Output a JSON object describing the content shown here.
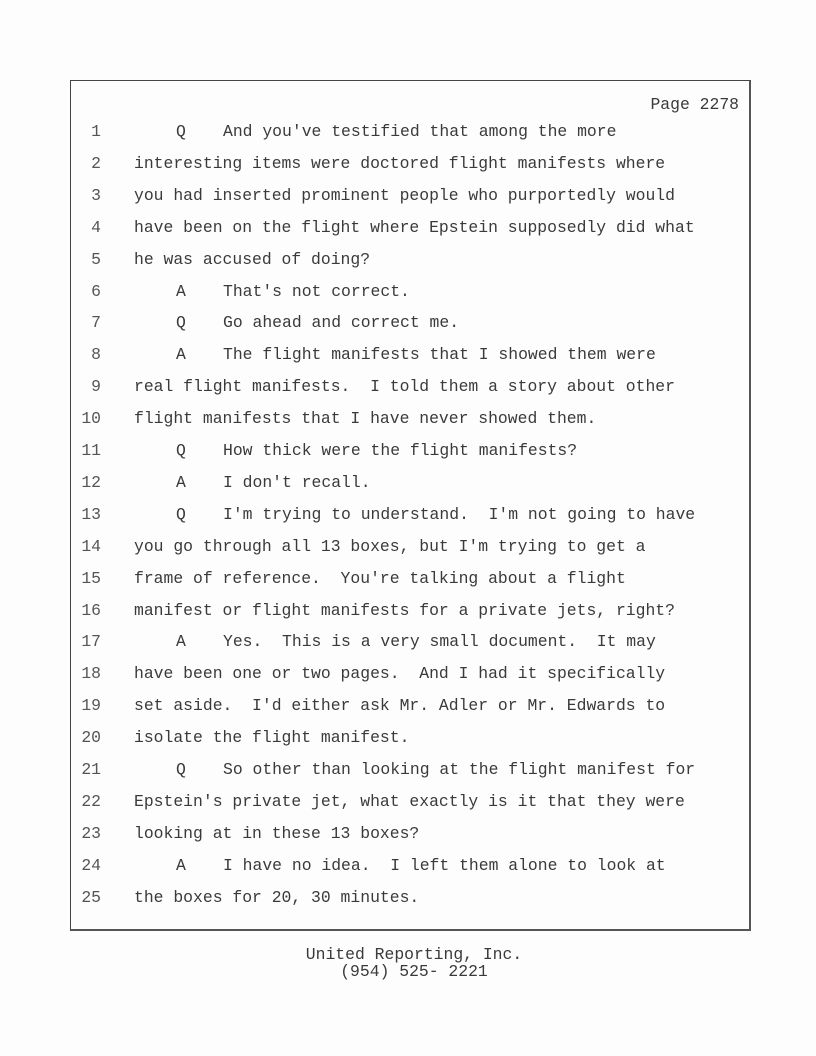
{
  "page_label": "Page 2278",
  "lines": [
    {
      "num": "1",
      "speaker": "Q",
      "text": "And you've testified that among the more"
    },
    {
      "num": "2",
      "speaker": "",
      "text": "interesting items were doctored flight manifests where"
    },
    {
      "num": "3",
      "speaker": "",
      "text": "you had inserted prominent people who purportedly would"
    },
    {
      "num": "4",
      "speaker": "",
      "text": "have been on the flight where Epstein supposedly did what"
    },
    {
      "num": "5",
      "speaker": "",
      "text": "he was accused of doing?"
    },
    {
      "num": "6",
      "speaker": "A",
      "text": "That's not correct."
    },
    {
      "num": "7",
      "speaker": "Q",
      "text": "Go ahead and correct me."
    },
    {
      "num": "8",
      "speaker": "A",
      "text": "The flight manifests that I showed them were"
    },
    {
      "num": "9",
      "speaker": "",
      "text": "real flight manifests.  I told them a story about other"
    },
    {
      "num": "10",
      "speaker": "",
      "text": "flight manifests that I have never showed them."
    },
    {
      "num": "11",
      "speaker": "Q",
      "text": "How thick were the flight manifests?"
    },
    {
      "num": "12",
      "speaker": "A",
      "text": "I don't recall."
    },
    {
      "num": "13",
      "speaker": "Q",
      "text": "I'm trying to understand.  I'm not going to have"
    },
    {
      "num": "14",
      "speaker": "",
      "text": "you go through all 13 boxes, but I'm trying to get a"
    },
    {
      "num": "15",
      "speaker": "",
      "text": "frame of reference.  You're talking about a flight"
    },
    {
      "num": "16",
      "speaker": "",
      "text": "manifest or flight manifests for a private jets, right?"
    },
    {
      "num": "17",
      "speaker": "A",
      "text": "Yes.  This is a very small document.  It may"
    },
    {
      "num": "18",
      "speaker": "",
      "text": "have been one or two pages.  And I had it specifically"
    },
    {
      "num": "19",
      "speaker": "",
      "text": "set aside.  I'd either ask Mr. Adler or Mr. Edwards to"
    },
    {
      "num": "20",
      "speaker": "",
      "text": "isolate the flight manifest."
    },
    {
      "num": "21",
      "speaker": "Q",
      "text": "So other than looking at the flight manifest for"
    },
    {
      "num": "22",
      "speaker": "",
      "text": "Epstein's private jet, what exactly is it that they were"
    },
    {
      "num": "23",
      "speaker": "",
      "text": "looking at in these 13 boxes?"
    },
    {
      "num": "24",
      "speaker": "A",
      "text": "I have no idea.  I left them alone to look at"
    },
    {
      "num": "25",
      "speaker": "",
      "text": "the boxes for 20, 30 minutes."
    }
  ],
  "footer": {
    "company": "United Reporting, Inc.",
    "phone": "(954) 525- 2221"
  }
}
